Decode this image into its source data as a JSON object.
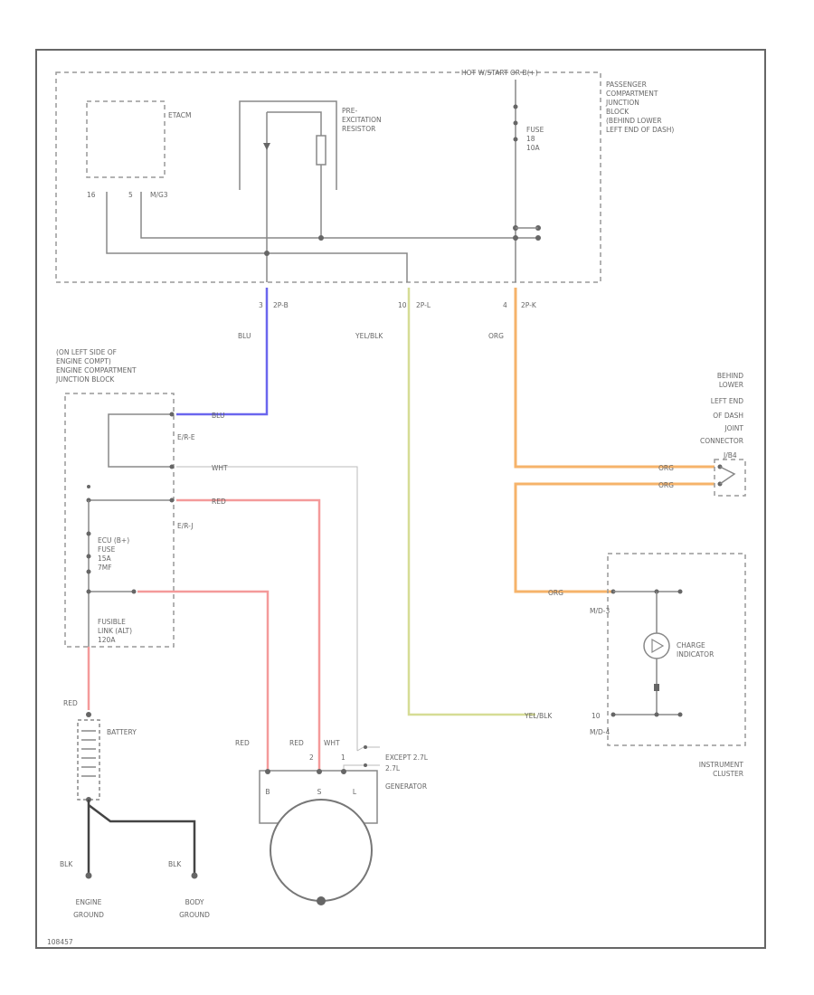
{
  "labels": {
    "hot_at_all_times": "HOT W/START OR B(+)",
    "pcjb_1": "PASSENGER",
    "pcjb_2": "COMPARTMENT",
    "pcjb_3": "JUNCTION",
    "pcjb_4": "BLOCK",
    "pcjb_5": "(BEHIND LOWER",
    "pcjb_6": "LEFT END OF DASH)",
    "etacm": "ETACM",
    "pin_16": "16",
    "pin_5": "5",
    "pin_mg3": "M/G3",
    "pre_exc_1": "PRE-",
    "pre_exc_2": "EXCITATION",
    "pre_exc_3": "RESISTOR",
    "fuse_1": "FUSE",
    "fuse_2": "18",
    "fuse_3": "10A",
    "pin_3": "3",
    "conn_2pb": "2P-B",
    "pin_10": "10",
    "conn_2pl": "2P-L",
    "pin_4": "4",
    "conn_2pk": "2P-K",
    "wire_blu": "BLU",
    "wire_ylwblk": "YEL/BLK",
    "wire_org": "ORG",
    "ecjb_1": "(ON LEFT SIDE OF",
    "ecjb_2": "ENGINE COMPT)",
    "ecjb_3": "ENGINE COMPARTMENT",
    "ecjb_4": "JUNCTION BLOCK",
    "wire_blu_2": "BLU",
    "conn_erb": "E/R-E",
    "wire_wht": "WHT",
    "wire_red": "RED",
    "conn_erj": "E/R-J",
    "ecu_1": "ECU (B+)",
    "ecu_2": "FUSE",
    "ecu_3": "15A",
    "ecu_4": "7MF",
    "fusible_1": "FUSIBLE",
    "fusible_2": "LINK (ALT)",
    "fusible_3": "120A",
    "joint_1": "BEHIND",
    "joint_2": "LOWER",
    "joint_3": "LEFT END",
    "joint_4": "OF DASH",
    "joint_5": "JOINT",
    "joint_6": "CONNECTOR",
    "joint_pin": "J/B4",
    "wire_org_2": "ORG",
    "wire_org_3": "ORG",
    "wire_org_4": "ORG",
    "ic_pin_a": "M/D-3",
    "charge_1": "CHARGE",
    "charge_2": "INDICATOR",
    "wire_ylwblk_2": "YEL/BLK",
    "ic_pin_b": "M/D-4",
    "ic_pin_b_num": "10",
    "instrument_1": "INSTRUMENT",
    "instrument_2": "CLUSTER",
    "wire_red_batt": "RED",
    "battery": "BATTERY",
    "wire_red_gen1": "RED",
    "wire_red_gen2": "RED",
    "wire_wht_gen": "WHT",
    "gen_pin_2": "2",
    "gen_pin_1": "1",
    "except": "EXCEPT 2.7L",
    "l27": "2.7L",
    "gen_b": "B",
    "gen_s": "S",
    "gen_l": "L",
    "generator": "GENERATOR",
    "wire_blk_1": "BLK",
    "wire_blk_2": "BLK",
    "eng_gnd_1": "ENGINE",
    "eng_gnd_2": "GROUND",
    "body_gnd_1": "BODY",
    "body_gnd_2": "GROUND",
    "footer_id": "108457"
  },
  "colors": {
    "blu": "#6a66ee",
    "yel_blk": "#d6dc95",
    "org": "#f6b36a",
    "red": "#f49a9a",
    "wht": "#bbbbbb",
    "blk": "#444444"
  }
}
